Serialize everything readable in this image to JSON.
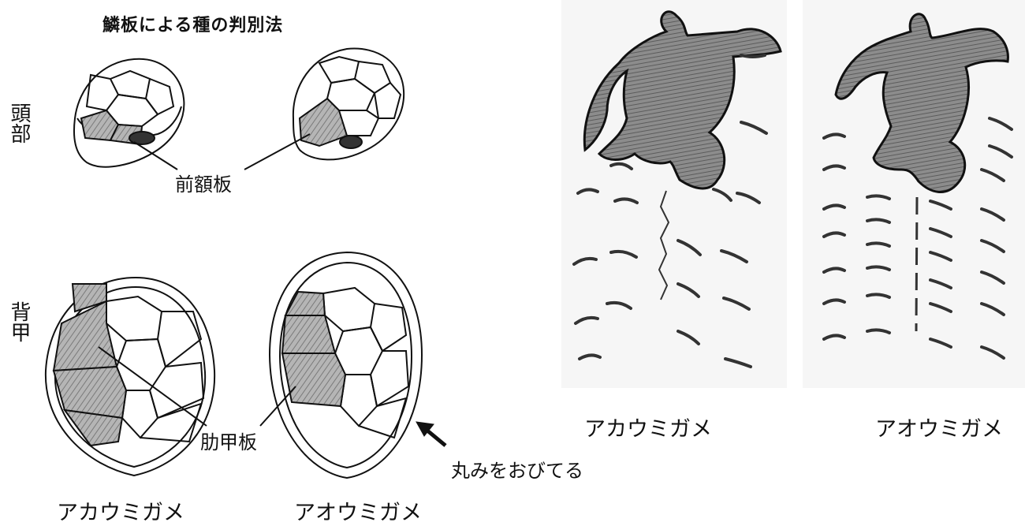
{
  "title": "鱗板による種の判別法",
  "row_labels": {
    "head": "頭部",
    "carapace": "背甲"
  },
  "labels": {
    "prefrontal": "前額板",
    "costal": "肋甲板",
    "rounded": "丸みをおびてる"
  },
  "left_captions": {
    "loggerhead": "アカウミガメ",
    "green": "アオウミガメ"
  },
  "right_captions": {
    "loggerhead": "アカウミガメ",
    "green": "アオウミガメ"
  },
  "colors": {
    "shade": "#9a9a9a",
    "line": "#111111",
    "track": "#333333"
  }
}
